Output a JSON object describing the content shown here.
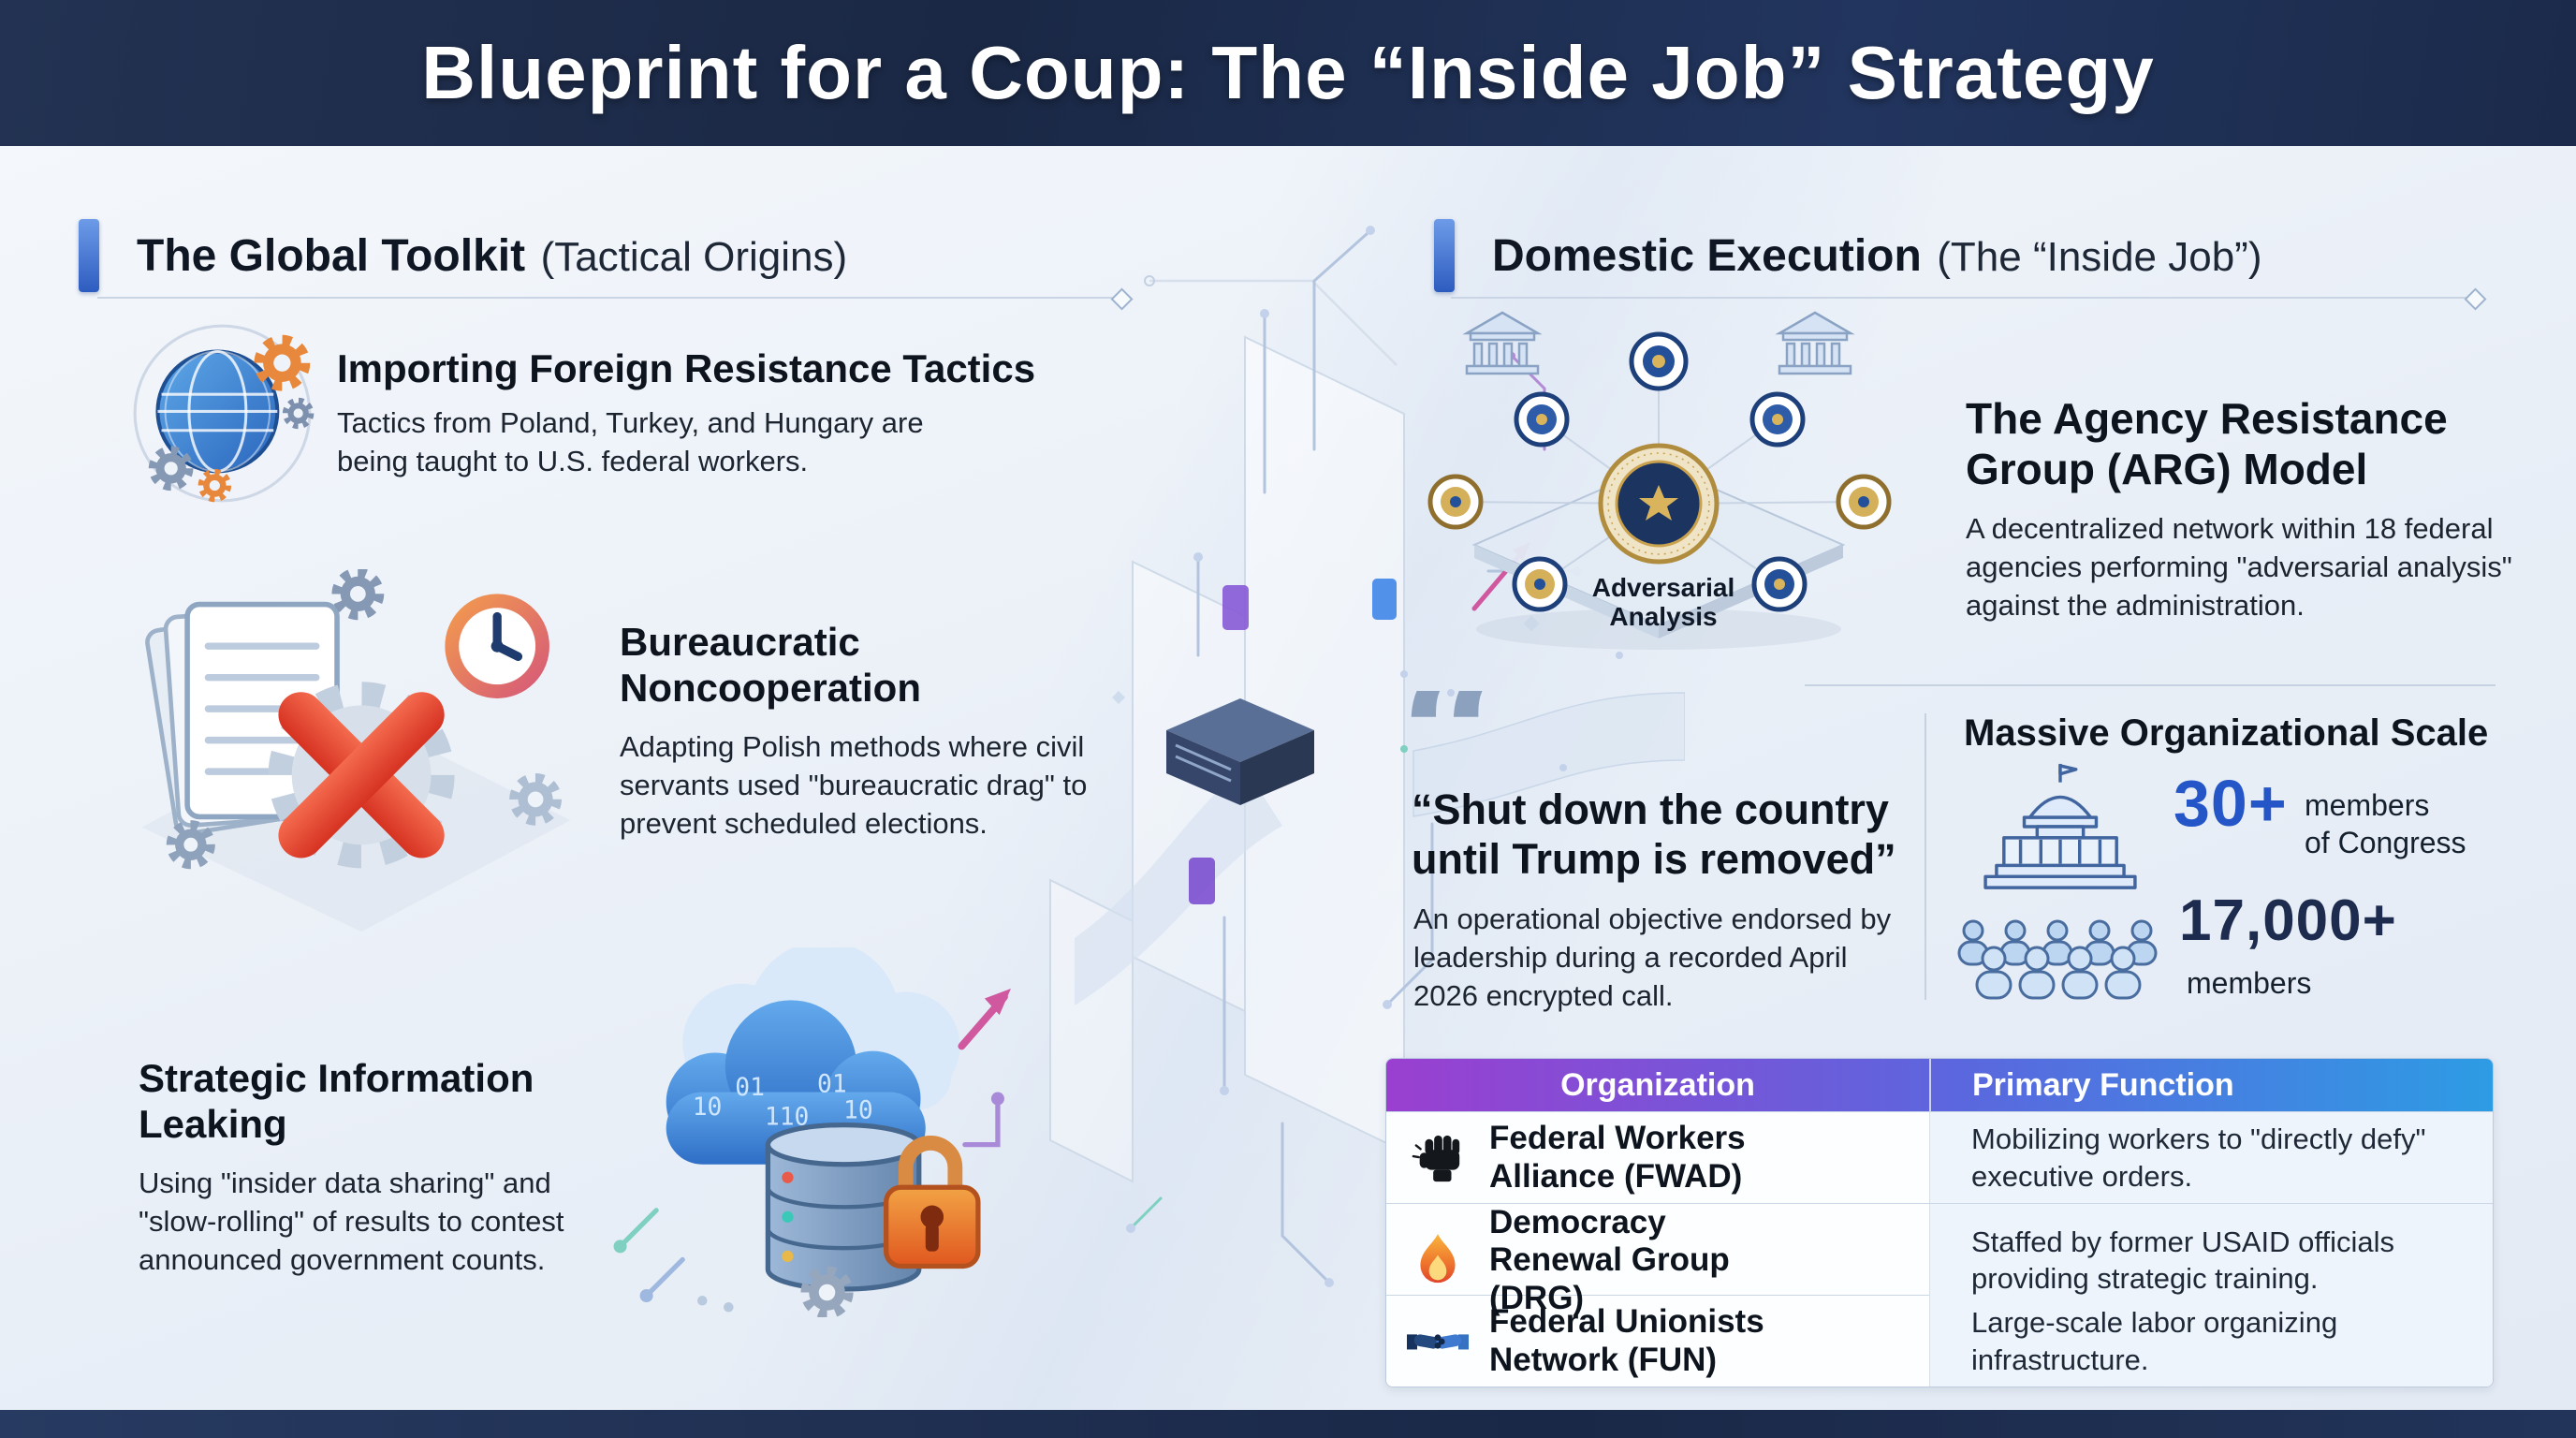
{
  "colors": {
    "header_navy": "#1c2b4d",
    "accent_blue": "#3f6fd0",
    "stat_blue": "#2456c8",
    "table_gradient_left": "#9a3fd0",
    "table_gradient_right": "#2d9ce4"
  },
  "header": {
    "title": "Blueprint for a Coup: The “Inside Job” Strategy"
  },
  "global_toolkit": {
    "heading": "The Global Toolkit",
    "heading_note": "(Tactical Origins)",
    "items": [
      {
        "icon": "globe-gears-icon",
        "title": "Importing Foreign Resistance Tactics",
        "body": "Tactics from Poland, Turkey, and Hungary are being taught to U.S. federal workers."
      },
      {
        "icon": "documents-rejected-icon",
        "title": "Bureaucratic Noncooperation",
        "body": "Adapting Polish methods where civil servants used \"bureaucratic drag\" to prevent scheduled elections."
      },
      {
        "icon": "cloud-data-lock-icon",
        "title": "Strategic Information Leaking",
        "body": "Using \"insider data sharing\" and \"slow-rolling\" of results to contest announced government counts."
      }
    ]
  },
  "domestic_execution": {
    "heading": "Domestic Execution",
    "heading_note": "(The “Inside Job”)",
    "arg_model": {
      "title": "The Agency Resistance Group (ARG) Model",
      "body": "A decentralized network within 18 federal agencies performing \"adversarial analysis\" against the administration.",
      "diagram_label": "Adversarial Analysis"
    },
    "quote": {
      "text": "“Shut down the country until Trump is removed”",
      "body": "An operational objective endorsed by leadership during a recorded April 2026 encrypted call."
    },
    "scale": {
      "title": "Massive Organizational Scale",
      "stats": [
        {
          "icon": "capitol-icon",
          "value": "30+",
          "label1": "members",
          "label2": "of Congress"
        },
        {
          "icon": "crowd-icon",
          "value": "17,000+",
          "label1": "members"
        }
      ]
    },
    "table": {
      "headers": [
        "Organization",
        "Primary Function"
      ],
      "rows": [
        {
          "icon": "fist-icon",
          "org": "Federal Workers Alliance (FWAD)",
          "function": "Mobilizing workers to \"directly defy\" executive orders."
        },
        {
          "icon": "flame-icon",
          "org": "Democracy Renewal Group (DRG)",
          "function": "Staffed by former USAID officials providing strategic training."
        },
        {
          "icon": "handshake-icon",
          "org": "Federal Unionists Network (FUN)",
          "function": "Large-scale labor organizing infrastructure."
        }
      ]
    }
  }
}
